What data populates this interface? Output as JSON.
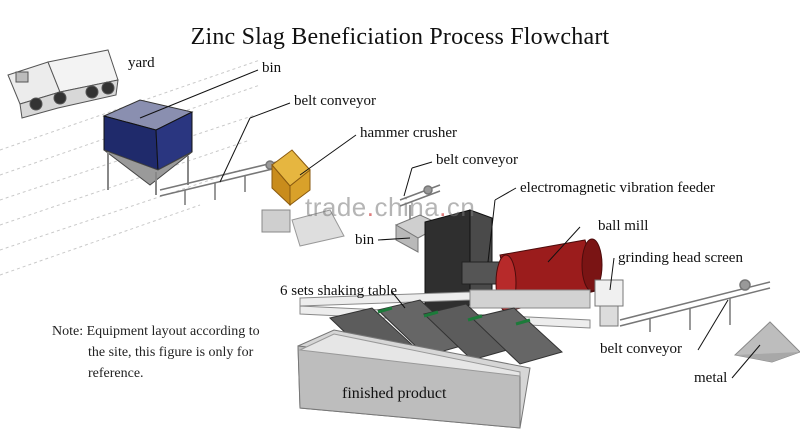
{
  "title": "Zinc Slag Beneficiation Process Flowchart",
  "labels": {
    "yard": "yard",
    "bin_top": "bin",
    "belt_conveyor_1": "belt conveyor",
    "hammer_crusher": "hammer crusher",
    "belt_conveyor_2": "belt conveyor",
    "em_feeder": "electromagnetic vibration feeder",
    "bin_mid": "bin",
    "ball_mill": "ball mill",
    "grinding_head_screen": "grinding head screen",
    "shaking_table": "6 sets shaking table",
    "belt_conveyor_3": "belt conveyor",
    "metal": "metal",
    "finished_product": "finished product"
  },
  "note": {
    "line1": "Note: Equipment layout according to",
    "line2": "the site, this figure is only for",
    "line3": "reference."
  },
  "watermark": {
    "part1": "trade",
    "part2": "china",
    "part3": "cn"
  },
  "colors": {
    "bin": "#1f2a6b",
    "crusher": "#d9a12a",
    "mill": "#9b1c1c",
    "frame": "#cfcfcf",
    "dark_block": "#3a3a3a"
  }
}
